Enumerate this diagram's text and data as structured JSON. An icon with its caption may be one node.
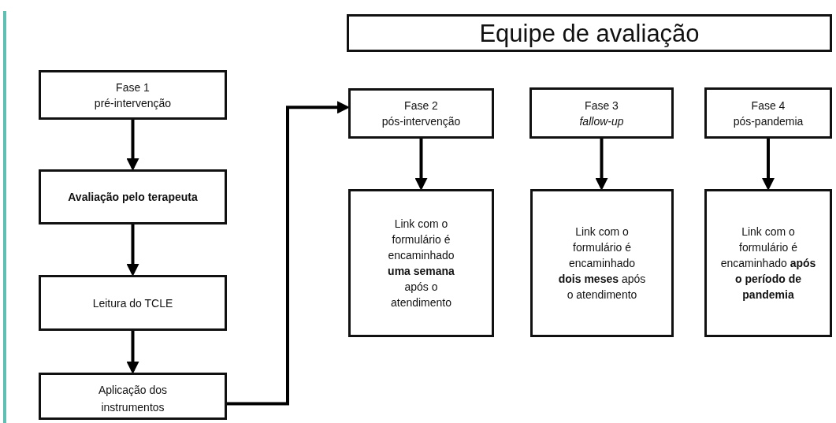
{
  "diagram": {
    "nodes": [
      {
        "text": [
          "Equipe de avaliação"
        ]
      },
      {
        "text": [
          "Fase 1",
          "pré-intervenção"
        ]
      },
      {
        "text": [
          "Avaliação pelo terapeuta"
        ]
      },
      {
        "text": [
          "Leitura do TCLE"
        ]
      },
      {
        "text": [
          "Aplicação dos instrumentos"
        ]
      },
      {
        "text": [
          "Fase 2",
          "pós-intervenção"
        ]
      },
      {
        "text": [
          "Fase 3",
          "fallow-up"
        ]
      },
      {
        "text": [
          "Fase 4",
          "pós-pandemia"
        ]
      },
      {
        "text": [
          "Link com o formulário é encaminhado **uma semana** após o atendimento"
        ]
      },
      {
        "text": [
          "Link com o formulário é encaminhado **dois meses** após o atendimento"
        ]
      },
      {
        "text": [
          "Link com o formulário é encaminhado **após o período de pandemia**"
        ]
      }
    ],
    "edges": [
      {
        "from": 1,
        "to": 2,
        "arrow": "to"
      },
      {
        "from": 2,
        "to": 3,
        "arrow": "to"
      },
      {
        "from": 3,
        "to": 4,
        "arrow": "to"
      },
      {
        "from": 4,
        "to": 5,
        "arrow": "to"
      },
      {
        "from": 5,
        "to": 8,
        "arrow": "to"
      },
      {
        "from": 6,
        "to": 9,
        "arrow": "to"
      },
      {
        "from": 7,
        "to": 10,
        "arrow": "to"
      }
    ]
  }
}
